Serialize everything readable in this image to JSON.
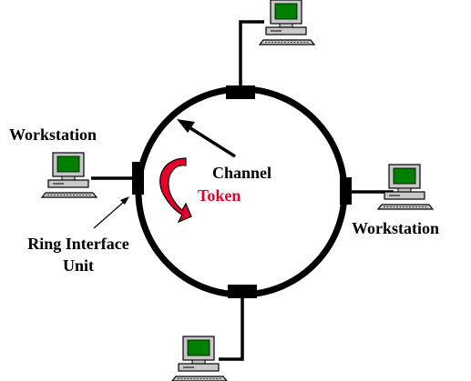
{
  "labels": {
    "workstation_left": "Workstation",
    "workstation_right": "Workstation",
    "channel": "Channel",
    "token": "Token",
    "riu_line1": "Ring Interface",
    "riu_line2": "Unit"
  },
  "colors": {
    "ring": "#000000",
    "screen": "#008000",
    "monitor_frame": "#c8c8c8",
    "token_arrow": "#e8002a",
    "token_text": "#e8002a"
  },
  "icons": {
    "workstation": "desktop-computer-icon",
    "token": "curved-arrow-icon",
    "connector": "ring-interface-block"
  }
}
